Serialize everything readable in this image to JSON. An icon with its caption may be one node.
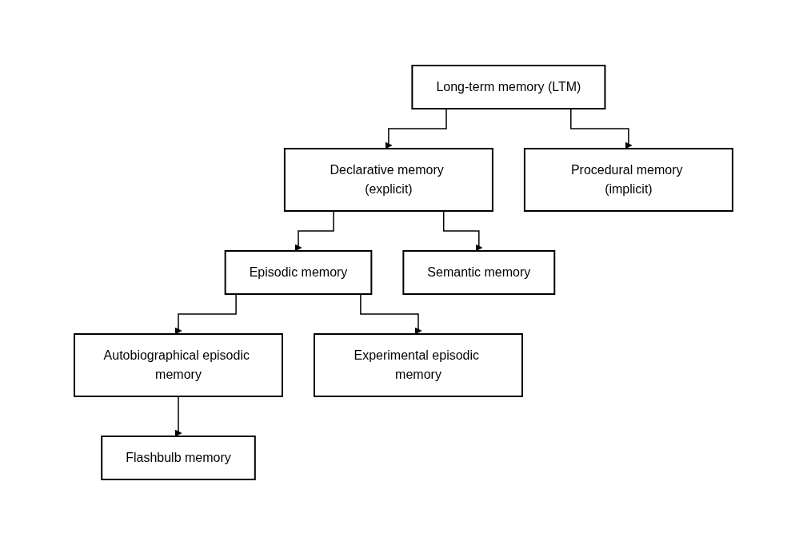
{
  "diagram": {
    "nodes": [
      {
        "text": [
          "Long-term memory (LTM)"
        ]
      },
      {
        "text": [
          "Declarative memory (explicit)"
        ]
      },
      {
        "text": [
          "Procedural memory (implicit)"
        ]
      },
      {
        "text": [
          "Episodic memory"
        ]
      },
      {
        "text": [
          "Semantic memory"
        ]
      },
      {
        "text": [
          "Autobiographical episodic memory"
        ]
      },
      {
        "text": [
          "Experimental episodic memory"
        ]
      },
      {
        "text": [
          "Flashbulb memory"
        ]
      }
    ],
    "edges": [
      {
        "from": 0,
        "to": 1,
        "arrow": "to"
      },
      {
        "from": 0,
        "to": 2,
        "arrow": "to"
      },
      {
        "from": 1,
        "to": 3,
        "arrow": "to"
      },
      {
        "from": 1,
        "to": 4,
        "arrow": "to"
      },
      {
        "from": 3,
        "to": 5,
        "arrow": "to"
      },
      {
        "from": 3,
        "to": 6,
        "arrow": "to"
      },
      {
        "from": 5,
        "to": 7,
        "arrow": "to"
      }
    ]
  }
}
